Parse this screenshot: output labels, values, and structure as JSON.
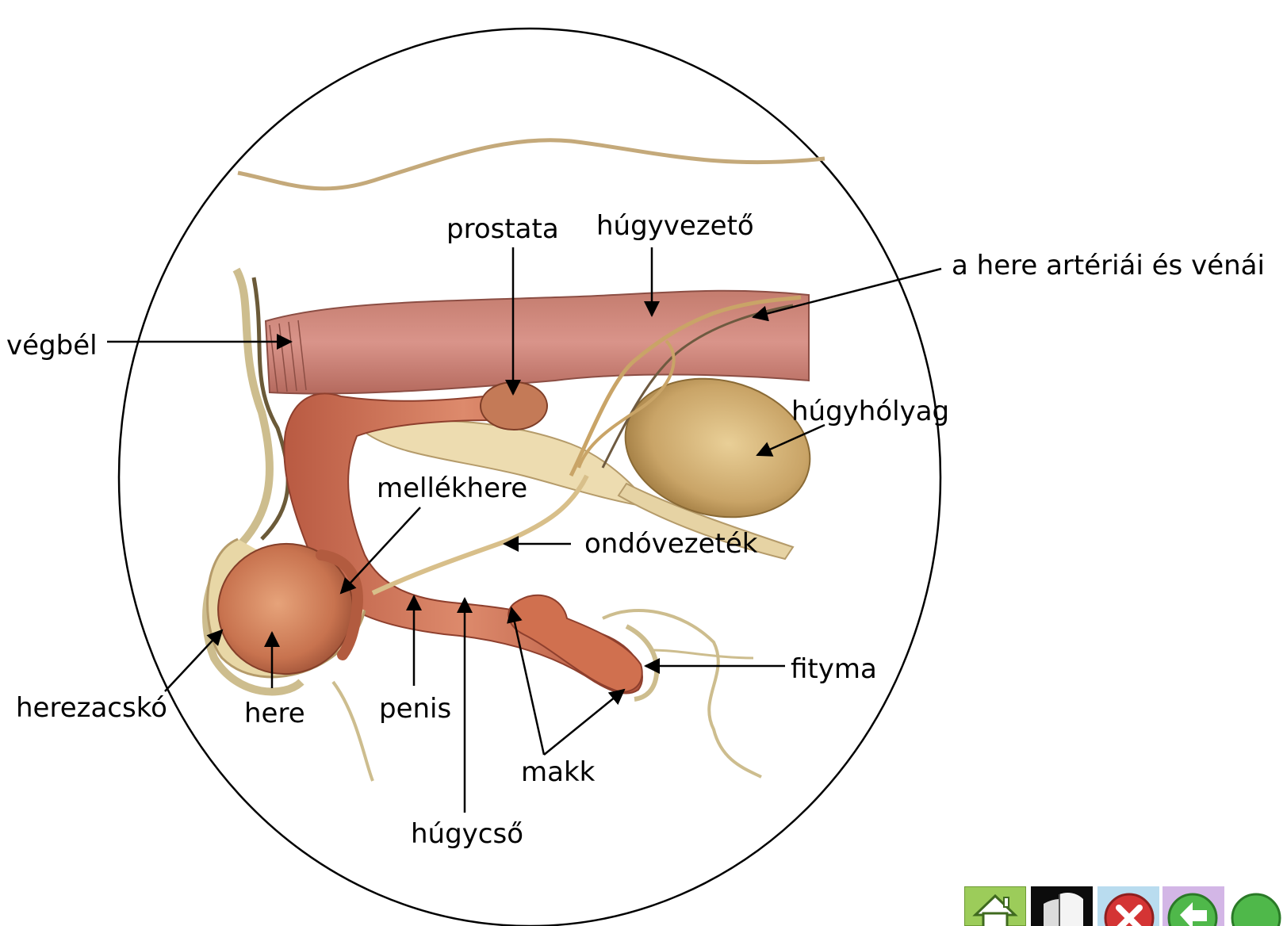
{
  "labels": {
    "prostata": "prostata",
    "hugyvezeto": "húgyvezető",
    "arteriak": "a here artériái és vénái",
    "vegbel": "végbél",
    "hugyholyag": "húgyhólyag",
    "mellekhere": "mellékhere",
    "ondovezetek": "ondóvezeték",
    "fityma": "fityma",
    "herezacsko": "herezacskó",
    "here": "here",
    "penis": "penis",
    "makk": "makk",
    "hugycso": "húgycső"
  },
  "nav_buttons": [
    {
      "icon": "home-icon",
      "color": "#8fc04a"
    },
    {
      "icon": "book-icon",
      "color": "#111111"
    },
    {
      "icon": "close-icon",
      "color": "#d43434"
    },
    {
      "icon": "back-icon",
      "color": "#4fb84a"
    }
  ],
  "colors": {
    "outline": "#000000",
    "tissue": "#c8705a",
    "bladder": "#c9a467",
    "background": "#ffffff"
  }
}
